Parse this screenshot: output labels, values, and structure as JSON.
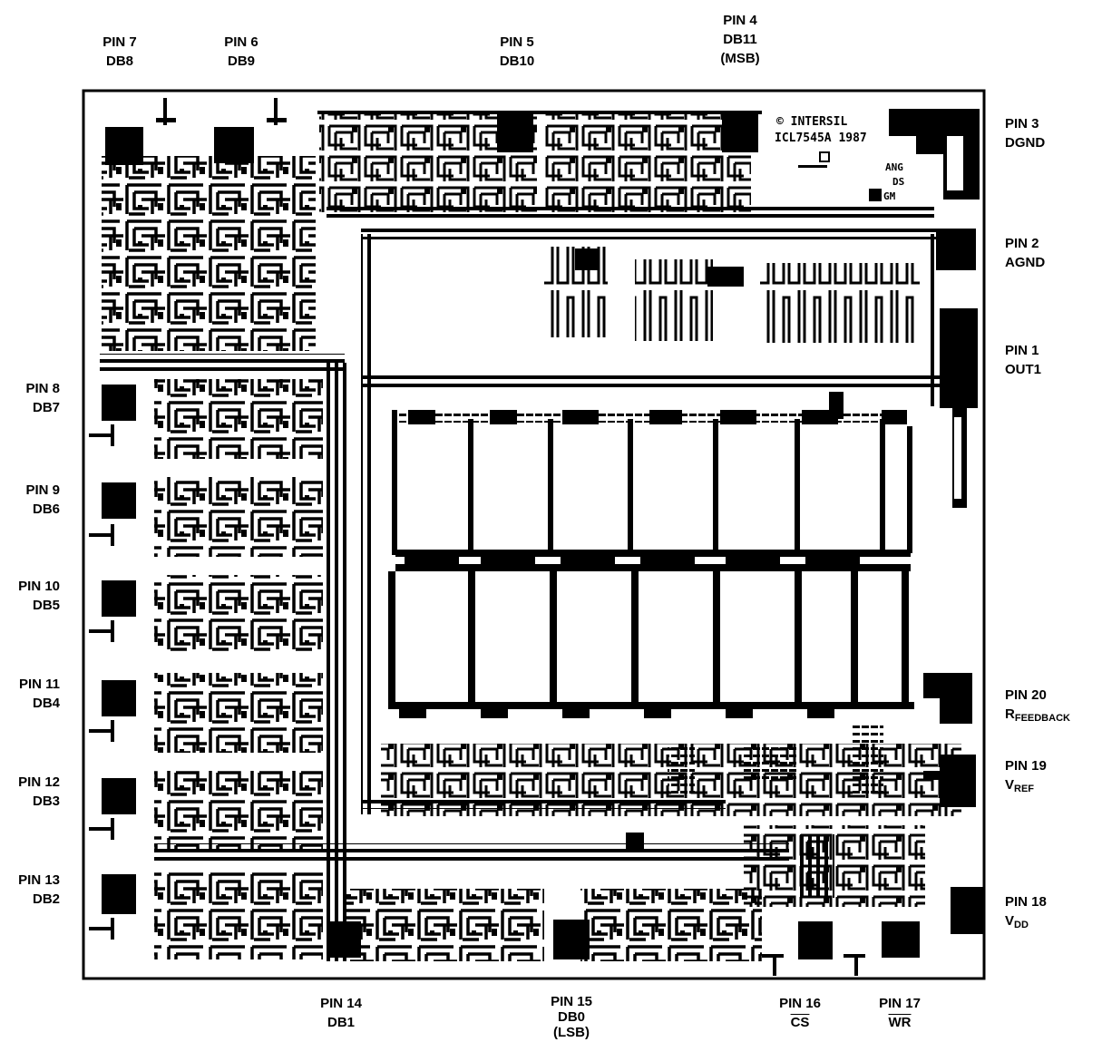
{
  "pins": {
    "p7": {
      "pin": "PIN 7",
      "sig": "DB8"
    },
    "p6": {
      "pin": "PIN 6",
      "sig": "DB9"
    },
    "p5": {
      "pin": "PIN 5",
      "sig": "DB10"
    },
    "p4": {
      "pin": "PIN 4",
      "sig": "DB11",
      "note": "(MSB)"
    },
    "p3": {
      "pin": "PIN 3",
      "sig": "DGND"
    },
    "p2": {
      "pin": "PIN 2",
      "sig": "AGND"
    },
    "p1": {
      "pin": "PIN 1",
      "sig": "OUT1"
    },
    "p8": {
      "pin": "PIN 8",
      "sig": "DB7"
    },
    "p9": {
      "pin": "PIN 9",
      "sig": "DB6"
    },
    "p10": {
      "pin": "PIN 10",
      "sig": "DB5"
    },
    "p11": {
      "pin": "PIN 11",
      "sig": "DB4"
    },
    "p12": {
      "pin": "PIN 12",
      "sig": "DB3"
    },
    "p13": {
      "pin": "PIN 13",
      "sig": "DB2"
    },
    "p20": {
      "pin": "PIN 20",
      "sig": "R",
      "sub": "FEEDBACK"
    },
    "p19": {
      "pin": "PIN 19",
      "sig": "V",
      "sub": "REF"
    },
    "p18": {
      "pin": "PIN 18",
      "sig": "V",
      "sub": "DD"
    },
    "p14": {
      "pin": "PIN 14",
      "sig": "DB1"
    },
    "p15": {
      "pin": "PIN 15",
      "sig": "DB0",
      "note": "(LSB)"
    },
    "p16": {
      "pin": "PIN 16",
      "sig": "CS"
    },
    "p17": {
      "pin": "PIN 17",
      "sig": "WR"
    }
  },
  "chip_marking": {
    "line1": "© INTERSIL",
    "line2": "ICL7545A 1987",
    "line3": "ANG",
    "line4": "DS",
    "line5": "GM"
  }
}
